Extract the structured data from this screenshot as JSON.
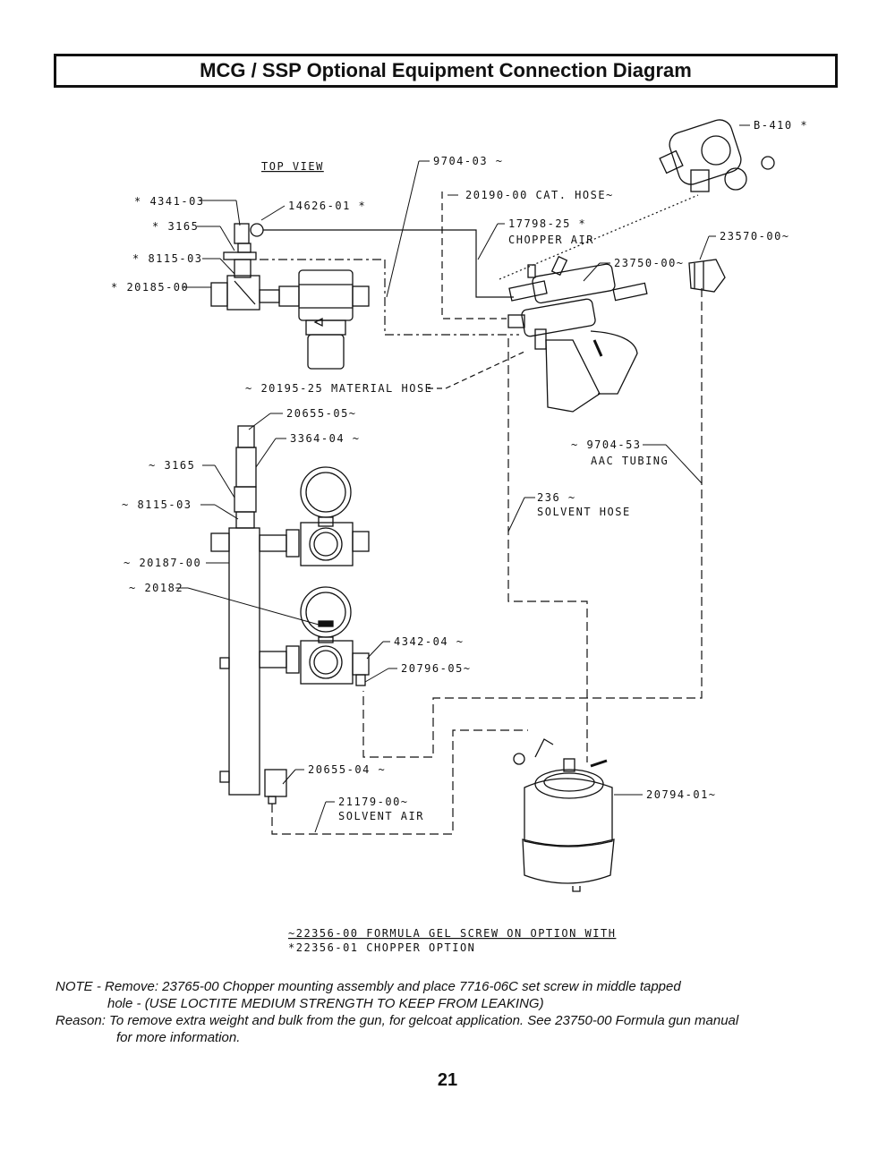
{
  "title": "MCG / SSP Optional Equipment Connection Diagram",
  "labels": {
    "top_view": "TOP VIEW",
    "p4341": "* 4341-03",
    "p3165a": "* 3165",
    "p8115a": "* 8115-03",
    "p20185": "* 20185-00",
    "p14626": "14626-01 *",
    "p9704_03": "9704-03 ~",
    "p20190": "20190-00 CAT. HOSE~",
    "p17798": "17798-25 *",
    "chopper_air": "CHOPPER AIR",
    "b410": "B-410 *",
    "p23570": "23570-00~",
    "p23750": "23750-00~",
    "p20195": "~ 20195-25 MATERIAL HOSE",
    "p20655_05": "20655-05~",
    "p3364": "3364-04 ~",
    "p3165b": "~ 3165",
    "p8115b": "~ 8115-03",
    "p20187": "~ 20187-00",
    "p20182": "~ 20182",
    "p9704_53": "~ 9704-53",
    "aac_tubing": "AAC TUBING",
    "p236": "236 ~",
    "solvent_hose": "SOLVENT HOSE",
    "p4342": "4342-04 ~",
    "p20796": "20796-05~",
    "p20655_04": "20655-04 ~",
    "p21179": "21179-00~",
    "solvent_air": "SOLVENT AIR",
    "p20794": "20794-01~",
    "option_line1": "~22356-00 FORMULA GEL SCREW ON OPTION WITH",
    "option_line2": "*22356-01 CHOPPER OPTION"
  },
  "notes": {
    "line1": "NOTE - Remove: 23765-00 Chopper mounting assembly and place 7716-06C set screw in middle tapped",
    "line2": "hole - (USE LOCTITE MEDIUM STRENGTH TO KEEP FROM LEAKING)",
    "line3": "Reason: To remove extra weight and bulk from the gun, for gelcoat application. See 23750-00 Formula gun manual",
    "line4": "for more information."
  },
  "page_number": "21"
}
